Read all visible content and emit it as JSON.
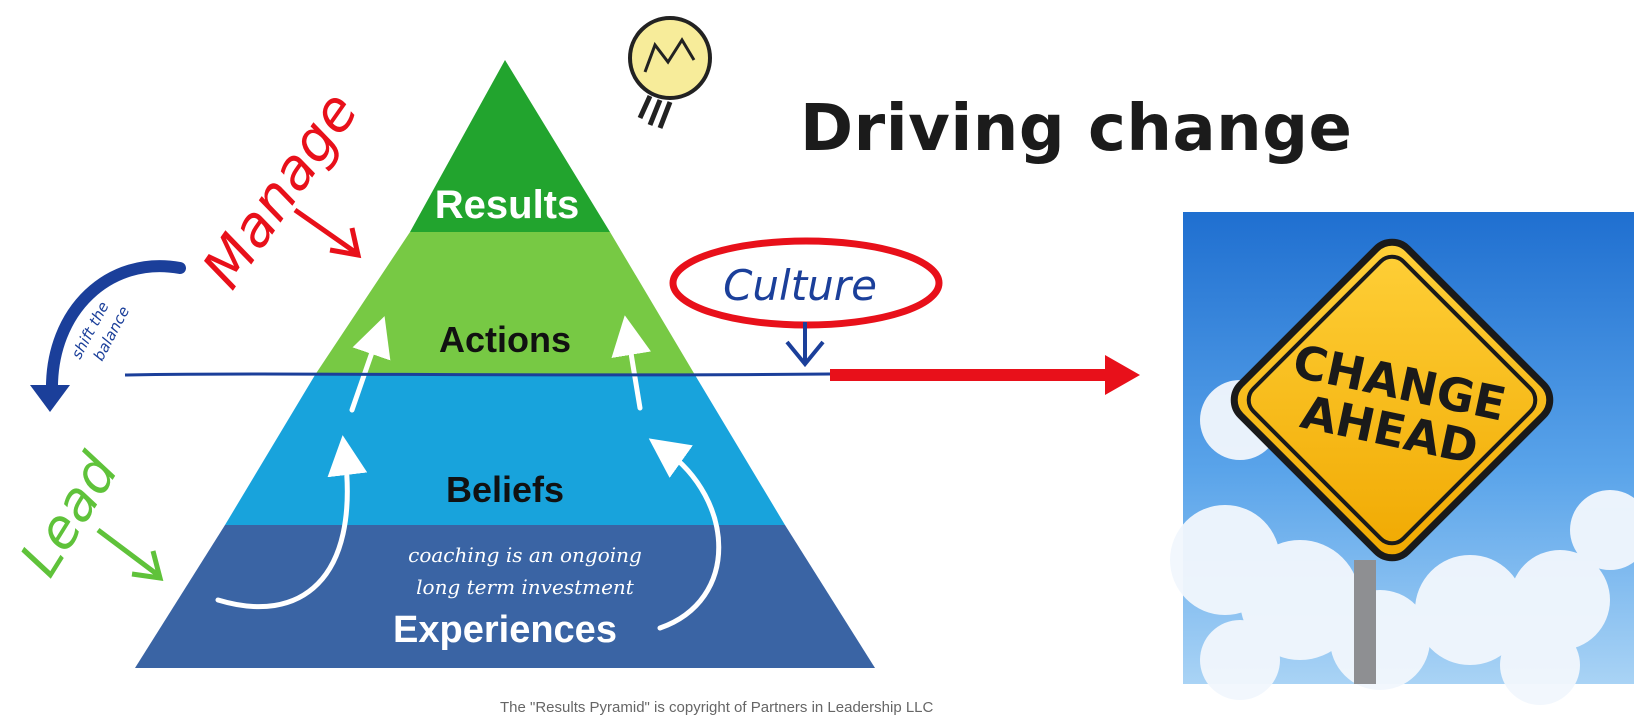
{
  "title": "Driving change",
  "pyramid": {
    "levels": [
      {
        "label": "Results",
        "color": "#22a42e"
      },
      {
        "label": "Actions",
        "color": "#77c944"
      },
      {
        "label": "Beliefs",
        "color": "#18a3dc"
      },
      {
        "label": "Experiences",
        "color": "#3a64a4"
      }
    ],
    "note_line_1": "coaching is an ongoing",
    "note_line_2": "long term investment"
  },
  "annotations": {
    "manage": "Manage",
    "lead": "Lead",
    "culture": "Culture",
    "shift_line_1": "shift the",
    "shift_line_2": "balance"
  },
  "sign": {
    "line_1": "CHANGE",
    "line_2": "AHEAD"
  },
  "copyright": "The \"Results Pyramid\" is copyright of Partners in Leadership LLC",
  "colors": {
    "red": "#e8101a",
    "green": "#5fc23a",
    "navy": "#1b3f9a"
  }
}
